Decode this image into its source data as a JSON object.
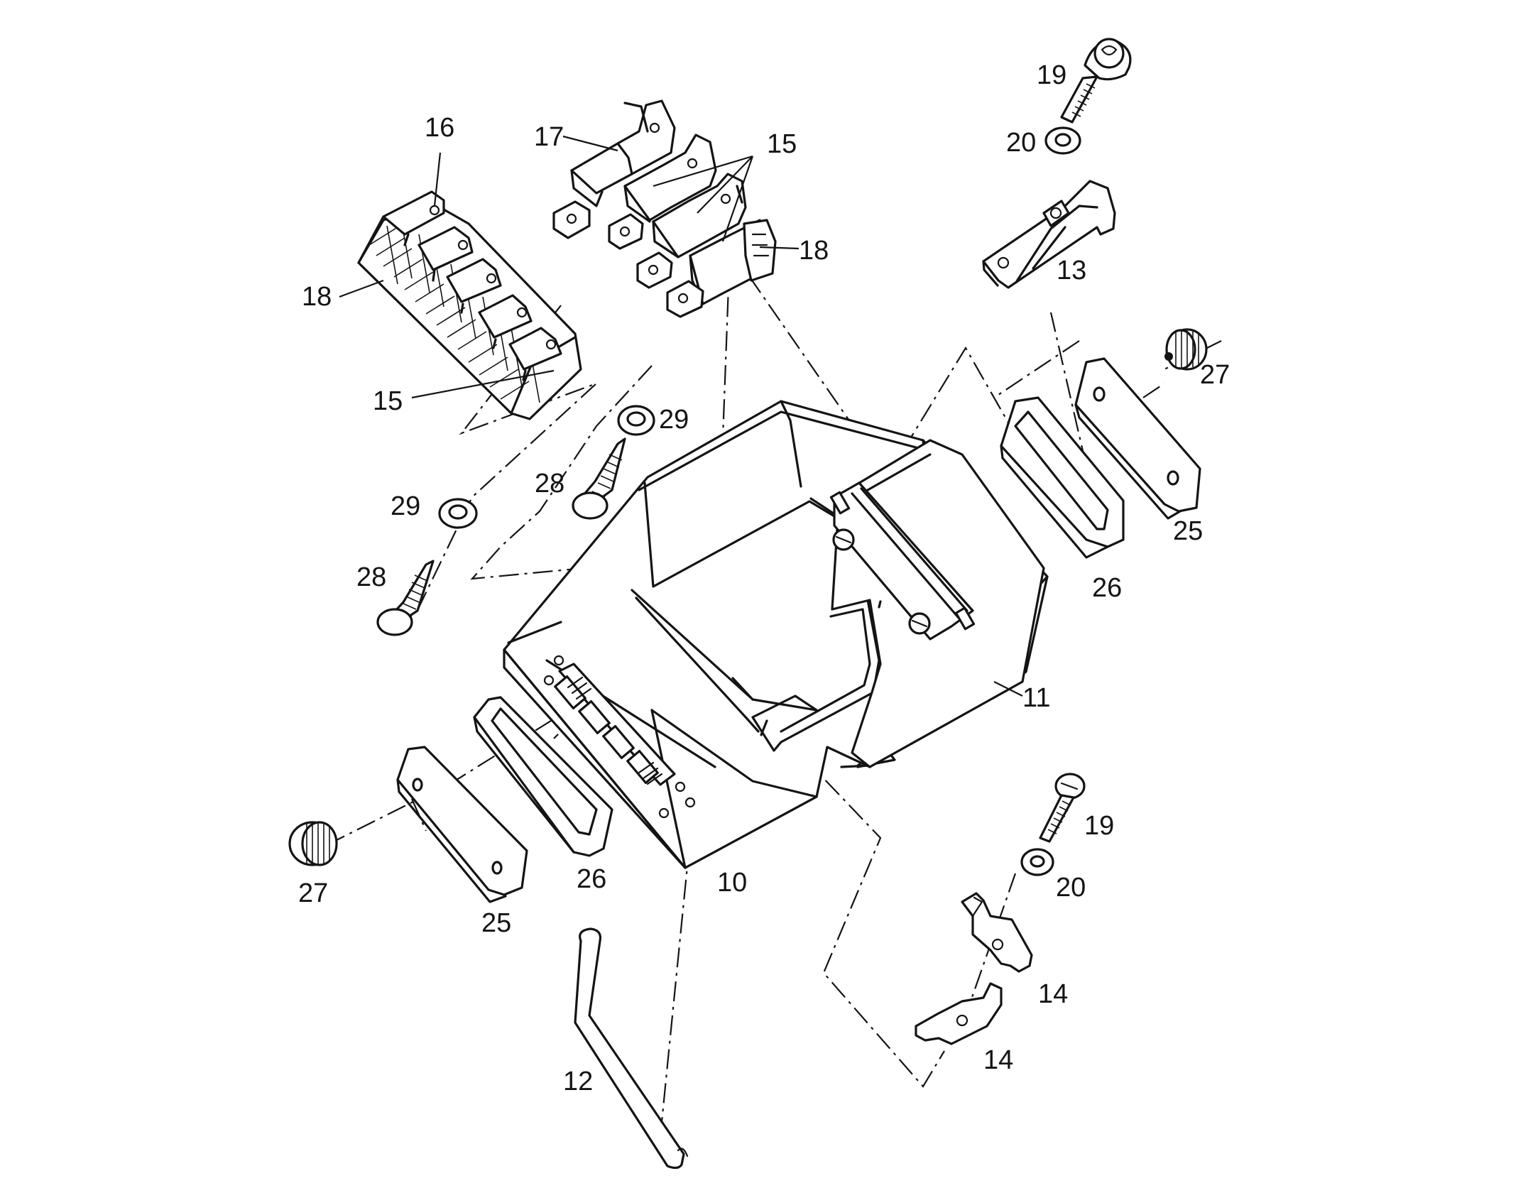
{
  "diagram": {
    "colors": {
      "ink": "#141414",
      "paper": "#ffffff"
    },
    "callouts": {
      "c10": "10",
      "c11": "11",
      "c12": "12",
      "c13": "13",
      "c14a": "14",
      "c14b": "14",
      "c15a": "15",
      "c15b": "15",
      "c16": "16",
      "c17": "17",
      "c18a": "18",
      "c18b": "18",
      "c19a": "19",
      "c19b": "19",
      "c20a": "20",
      "c20b": "20",
      "c25a": "25",
      "c25b": "25",
      "c26a": "26",
      "c26b": "26",
      "c27a": "27",
      "c27b": "27",
      "c28a": "28",
      "c28b": "28",
      "c29a": "29",
      "c29b": "29"
    }
  }
}
